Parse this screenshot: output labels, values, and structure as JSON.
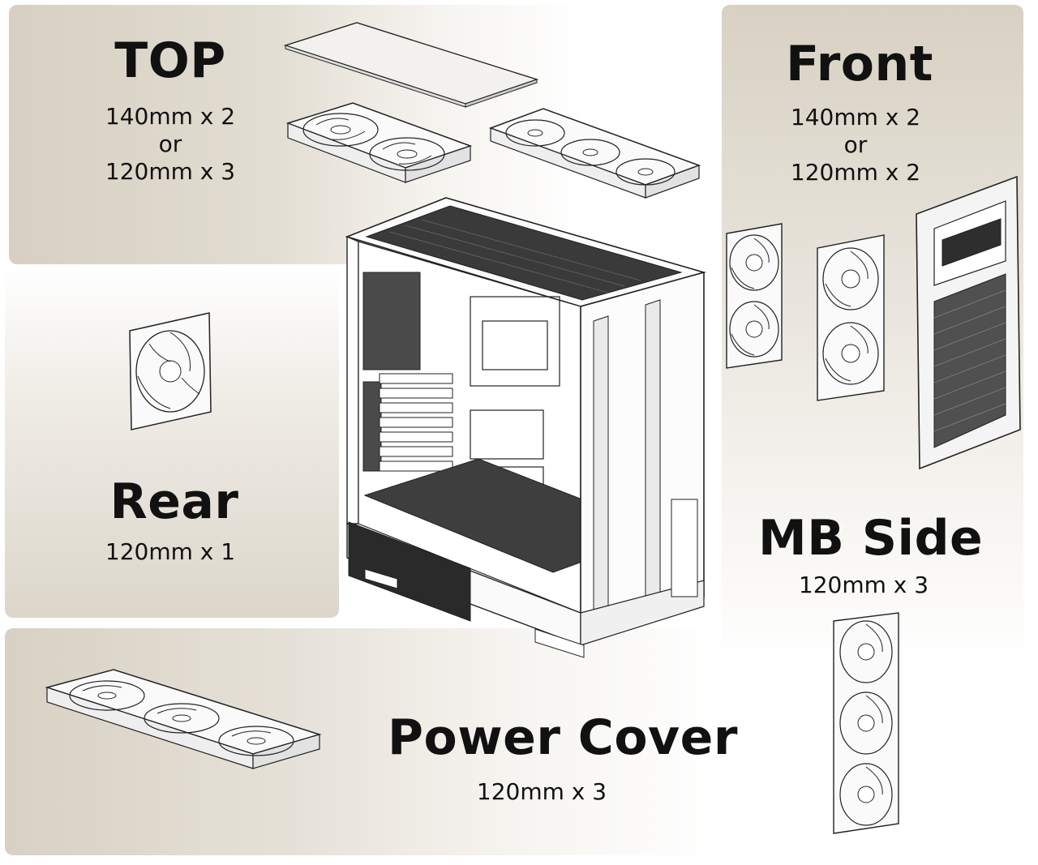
{
  "top": {
    "heading": "TOP",
    "spec_lines": [
      "140mm x 2",
      "or",
      "120mm x 3"
    ]
  },
  "front": {
    "heading": "Front",
    "spec_lines": [
      "140mm x 2",
      "or",
      "120mm x 2"
    ]
  },
  "rear": {
    "heading": "Rear",
    "spec_lines": [
      "120mm x 1"
    ]
  },
  "mb_side": {
    "heading": "MB Side",
    "spec_lines": [
      "120mm x 3"
    ]
  },
  "power_cover": {
    "heading": "Power Cover",
    "spec_lines": [
      "120mm x 3"
    ]
  },
  "colors": {
    "panel_beige": "#d8d1c3",
    "line": "#222222",
    "text": "#111111"
  }
}
